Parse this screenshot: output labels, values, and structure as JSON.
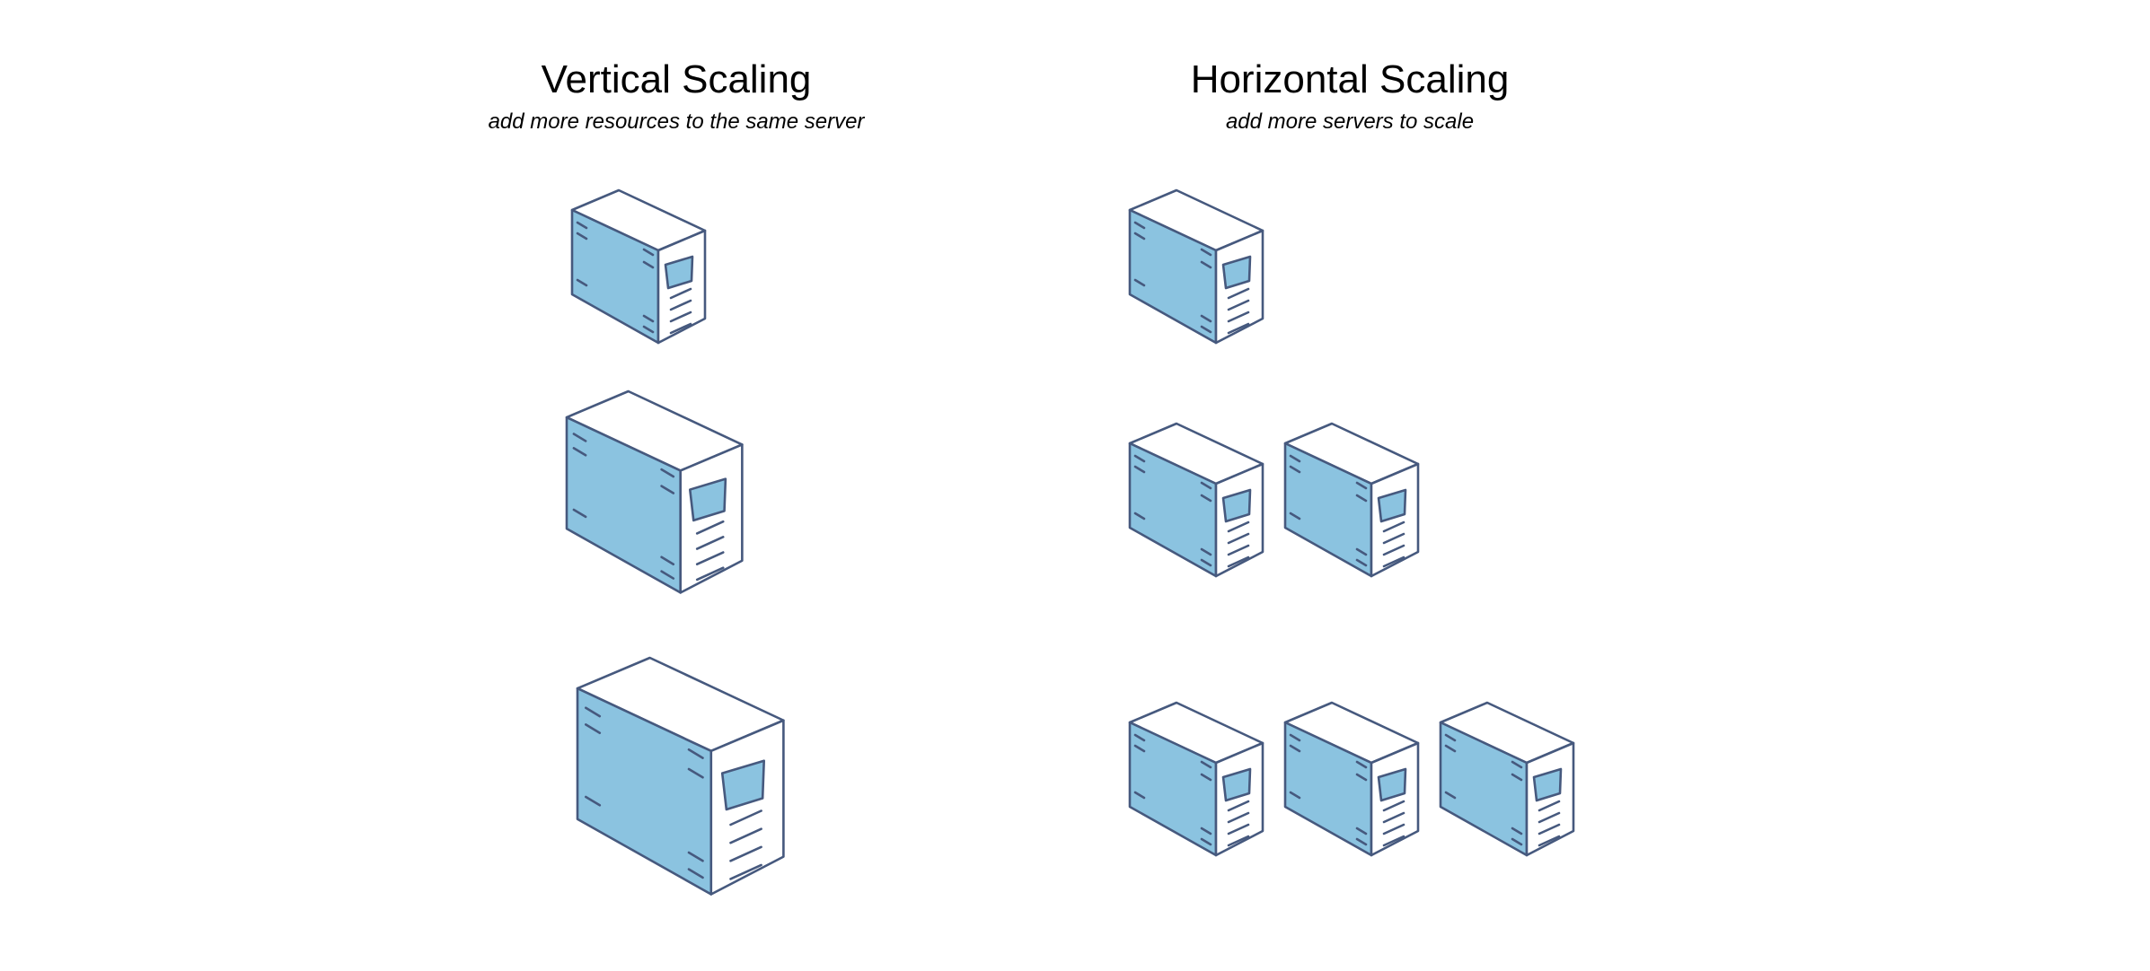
{
  "vertical": {
    "title": "Vertical Scaling",
    "subtitle": "add more resources to the same server",
    "rows": [
      1,
      1,
      1
    ]
  },
  "horizontal": {
    "title": "Horizontal Scaling",
    "subtitle": "add more servers to scale",
    "rows": [
      1,
      2,
      3
    ]
  },
  "colors": {
    "stroke": "#46597e",
    "fill": "#8bc3e0",
    "face": "#ffffff"
  },
  "icon": "server-tower-icon"
}
